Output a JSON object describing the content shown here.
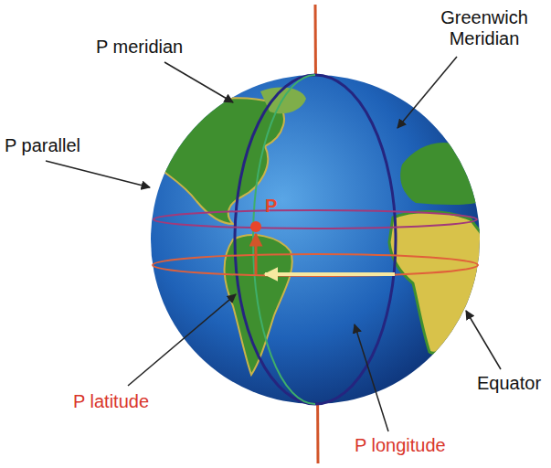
{
  "diagram": {
    "labels": [
      "P meridian",
      "Greenwich Meridian",
      "P parallel",
      "P",
      "P latitude",
      "Equator",
      "P longitude"
    ]
  }
}
